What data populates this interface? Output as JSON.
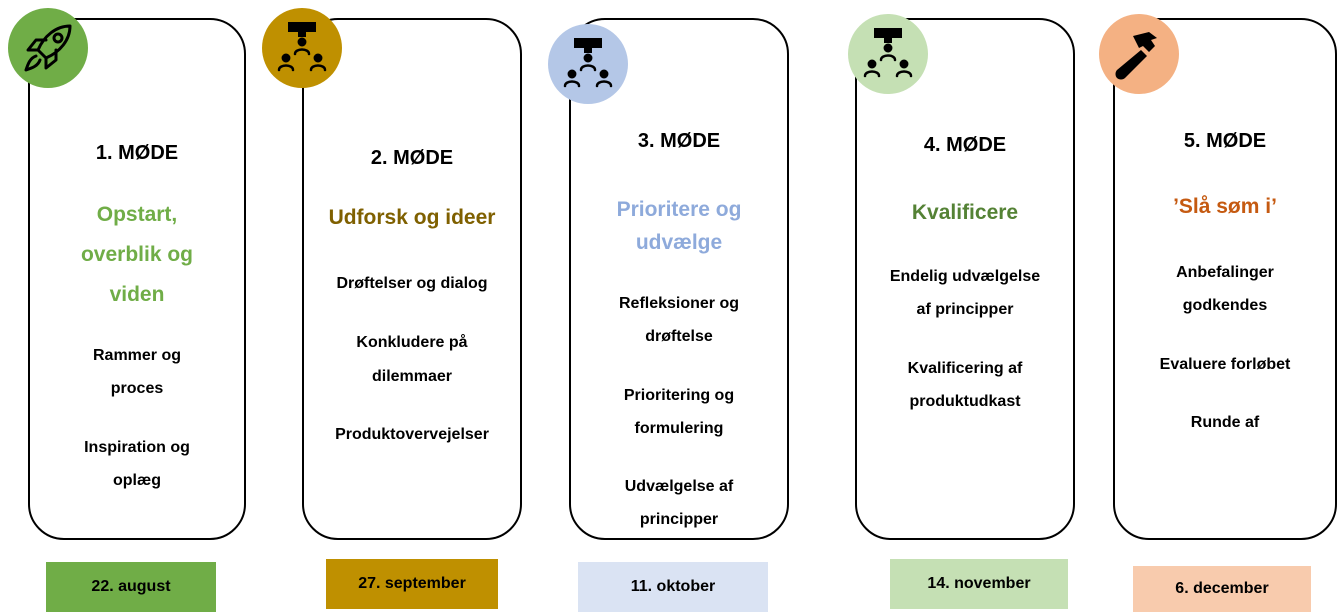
{
  "meetings": [
    {
      "heading": "1. MØDE",
      "theme": [
        "Opstart,",
        "overblik og",
        "viden"
      ],
      "items": [
        "Rammer og",
        "proces",
        "Inspiration og",
        "oplæg"
      ],
      "date": "22. august",
      "icon": "rocket-icon",
      "circle_color": "#70ad47",
      "theme_color": "#70ad47",
      "date_bg": "#70ad47"
    },
    {
      "heading": "2. MØDE",
      "theme": [
        "Udforsk og ideer"
      ],
      "items": [
        "Drøftelser og dialog",
        "Konkludere på",
        "dilemmaer",
        "Produktovervejelser"
      ],
      "date": "27. september",
      "icon": "group-discussion-icon",
      "circle_color": "#bf9000",
      "theme_color": "#7f6000",
      "date_bg": "#bf9000"
    },
    {
      "heading": "3. MØDE",
      "theme": [
        "Prioritere og",
        "udvælge"
      ],
      "items": [
        "Refleksioner og",
        "drøftelse",
        "Prioritering og",
        "formulering",
        "Udvælgelse af",
        "principper"
      ],
      "date": "11. oktober",
      "icon": "group-discussion-icon",
      "circle_color": "#b4c7e7",
      "theme_color": "#8eaadb",
      "date_bg": "#dae3f3"
    },
    {
      "heading": "4. MØDE",
      "theme": [
        "Kvalificere"
      ],
      "items": [
        "Endelig udvælgelse",
        "af principper",
        "Kvalificering af",
        "produktudkast"
      ],
      "date": "14. november",
      "icon": "group-discussion-icon",
      "circle_color": "#c5e0b4",
      "theme_color": "#548235",
      "date_bg": "#c5e0b4"
    },
    {
      "heading": "5. MØDE",
      "theme": [
        "’Slå søm i’"
      ],
      "items": [
        "Anbefalinger",
        "godkendes",
        "Evaluere forløbet",
        "Runde af"
      ],
      "date": "6. december",
      "icon": "hammer-icon",
      "circle_color": "#f4b183",
      "theme_color": "#c55a11",
      "date_bg": "#f8cbad"
    }
  ]
}
